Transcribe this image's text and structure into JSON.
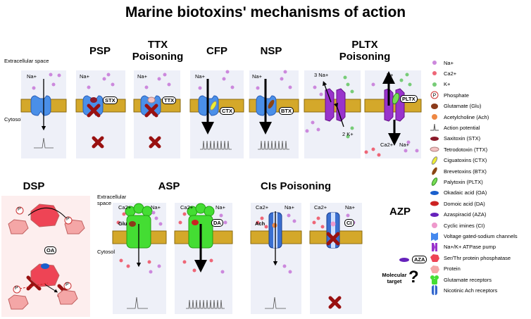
{
  "title": "Marine biotoxins' mechanisms of action",
  "labels": {
    "extracellular_top": "Extracellular space",
    "cytosol_top": "Cytosol",
    "extracellular_bottom": "Extracellular space",
    "cytosol_bottom": "Cytosol",
    "molecular_target": "Molecular target",
    "question": "?"
  },
  "panels": {
    "psp": "PSP",
    "ttx": "TTX Poisoning",
    "cfp": "CFP",
    "nsp": "NSP",
    "pltx": "PLTX Poisoning",
    "dsp": "DSP",
    "asp": "ASP",
    "cis": "CIs Poisoning",
    "azp": "AZP"
  },
  "tags": {
    "stx": "STX",
    "ttx": "TTX",
    "ctx": "CTX",
    "btx": "BTX",
    "pltx": "PLTX",
    "oa": "OA",
    "da": "DA",
    "ci": "CI",
    "aza": "AZA",
    "glu": "Glu",
    "ach": "Ach",
    "p": "P"
  },
  "ions": {
    "na": "Na+",
    "ca": "Ca2+",
    "k": "K+",
    "na3": "3 Na+",
    "k2": "2 K+"
  },
  "legend": [
    {
      "label": "Na+",
      "icon": "na-dot",
      "color": "#cc88dd"
    },
    {
      "label": "Ca2+",
      "icon": "ca-dot",
      "color": "#ee6677"
    },
    {
      "label": "K+",
      "icon": "k-dot",
      "color": "#77cc77"
    },
    {
      "label": "Phosphate",
      "icon": "phosphate-icon",
      "color": "#cc3333"
    },
    {
      "label": "Glutamate (Glu)",
      "icon": "glutamate-icon",
      "color": "#8b3a1a"
    },
    {
      "label": "Acetylcholine (Ach)",
      "icon": "acetylcholine-icon",
      "color": "#ee8844"
    },
    {
      "label": "Action potential",
      "icon": "action-potential-icon",
      "color": "#555555"
    },
    {
      "label": "Saxitoxin (STX)",
      "icon": "saxitoxin-icon",
      "color": "#8b1a2a"
    },
    {
      "label": "Tetrodotoxin (TTX)",
      "icon": "tetrodotoxin-icon",
      "color": "#f4c2c2"
    },
    {
      "label": "Ciguatoxins (CTX)",
      "icon": "ciguatoxin-icon",
      "color": "#eeee33"
    },
    {
      "label": "Brevetoxins (BTX)",
      "icon": "brevetoxin-icon",
      "color": "#8b4513"
    },
    {
      "label": "Palytoxin (PLTX)",
      "icon": "palytoxin-icon",
      "color": "#77dd55"
    },
    {
      "label": "Okadaic acid (OA)",
      "icon": "okadaic-acid-icon",
      "color": "#1a5fcc"
    },
    {
      "label": "Domoic acid (DA)",
      "icon": "domoic-acid-icon",
      "color": "#cc2222"
    },
    {
      "label": "Azaspiracid (AZA)",
      "icon": "azaspiracid-icon",
      "color": "#6622bb"
    },
    {
      "label": "Cyclic imines (CI)",
      "icon": "cyclic-imine-icon",
      "color": "#ee99cc"
    },
    {
      "label": "Voltage gated-sodium channels",
      "icon": "sodium-channel-icon",
      "color": "#4488ee"
    },
    {
      "label": "Na+/K+ ATPase pump",
      "icon": "atpase-pump-icon",
      "color": "#9933cc"
    },
    {
      "label": "Ser/Thr protein phosphatase",
      "icon": "phosphatase-icon",
      "color": "#ee4455"
    },
    {
      "label": "Protein",
      "icon": "protein-icon",
      "color": "#f4a6a6"
    },
    {
      "label": "Glutamate receptors",
      "icon": "glutamate-receptor-icon",
      "color": "#44dd33"
    },
    {
      "label": "Nicotinic Ach receptors",
      "icon": "nicotinic-receptor-icon",
      "color": "#3366cc"
    }
  ]
}
